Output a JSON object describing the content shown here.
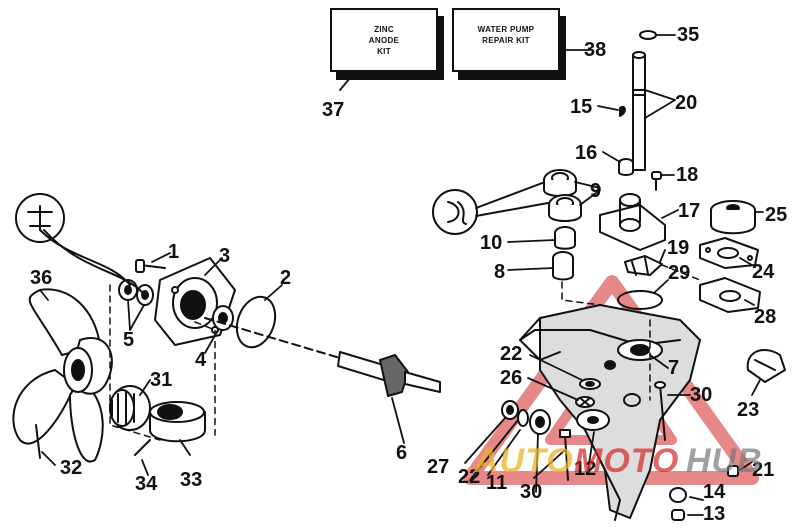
{
  "kits": {
    "zinc_line1": "ZINC",
    "zinc_line2": "ANODE",
    "zinc_line3": "KIT",
    "pump_line1": "WATER PUMP",
    "pump_line2": "REPAIR KIT"
  },
  "callouts": {
    "c1": "1",
    "c2": "2",
    "c3": "3",
    "c4": "4",
    "c5": "5",
    "c6": "6",
    "c7": "7",
    "c8": "8",
    "c9": "9",
    "c10": "10",
    "c11": "11",
    "c12": "12",
    "c13": "13",
    "c14": "14",
    "c15": "15",
    "c16": "16",
    "c17": "17",
    "c18": "18",
    "c19": "19",
    "c20": "20",
    "c21": "21",
    "c22a": "22",
    "c22b": "22",
    "c23": "23",
    "c24": "24",
    "c25": "25",
    "c26": "26",
    "c27": "27",
    "c28": "28",
    "c29": "29",
    "c30a": "30",
    "c30b": "30",
    "c31": "31",
    "c32": "32",
    "c33": "33",
    "c34": "34",
    "c35": "35",
    "c36": "36",
    "c37": "37",
    "c38": "38"
  },
  "watermark": {
    "part1": "AUTO",
    "part2": "MOTO",
    "part3": "HUB",
    "color_orange": "#ecb228",
    "color_red": "#d42626",
    "color_gray": "#787878"
  }
}
